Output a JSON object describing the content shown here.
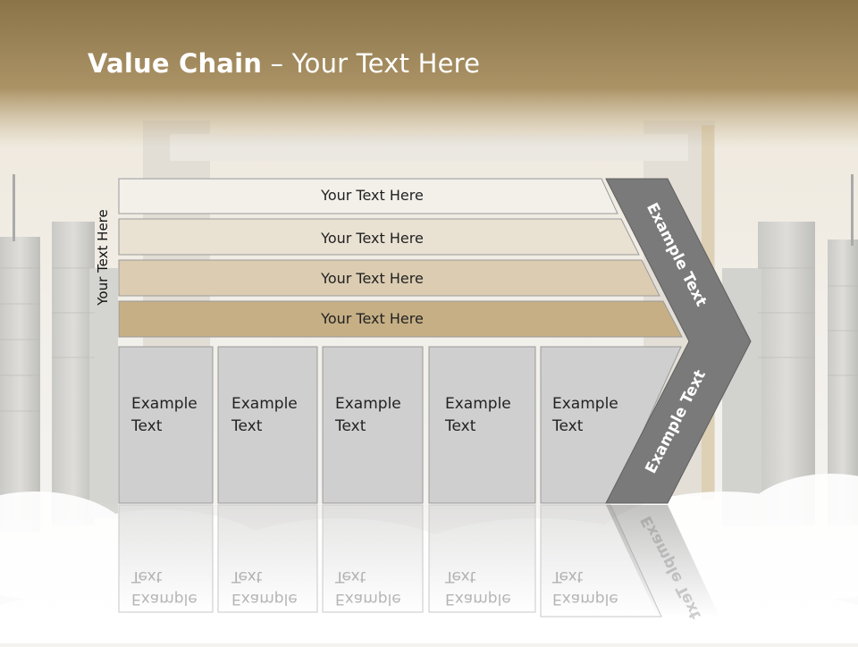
{
  "title": {
    "bold": "Value Chain",
    "rest": " – Your Text Here"
  },
  "side_label": "Your Text Here",
  "bars": [
    {
      "label": "Your Text Here",
      "fill": "#f3f0ea"
    },
    {
      "label": "Your Text Here",
      "fill": "#e9e1d2"
    },
    {
      "label": "Your Text Here",
      "fill": "#dcccb1"
    },
    {
      "label": "Your Text Here",
      "fill": "#c6af85"
    }
  ],
  "boxes": [
    {
      "line1": "Example",
      "line2": "Text"
    },
    {
      "line1": "Example",
      "line2": "Text"
    },
    {
      "line1": "Example",
      "line2": "Text"
    },
    {
      "line1": "Example",
      "line2": "Text"
    },
    {
      "line1": "Example",
      "line2": "Text"
    }
  ],
  "chevron": {
    "upper_label": "Example Text",
    "lower_label": "Example Text",
    "fill": "#7a7a7a"
  },
  "colors": {
    "header": "#9c8457",
    "box_fill": "#cfcfcf"
  }
}
